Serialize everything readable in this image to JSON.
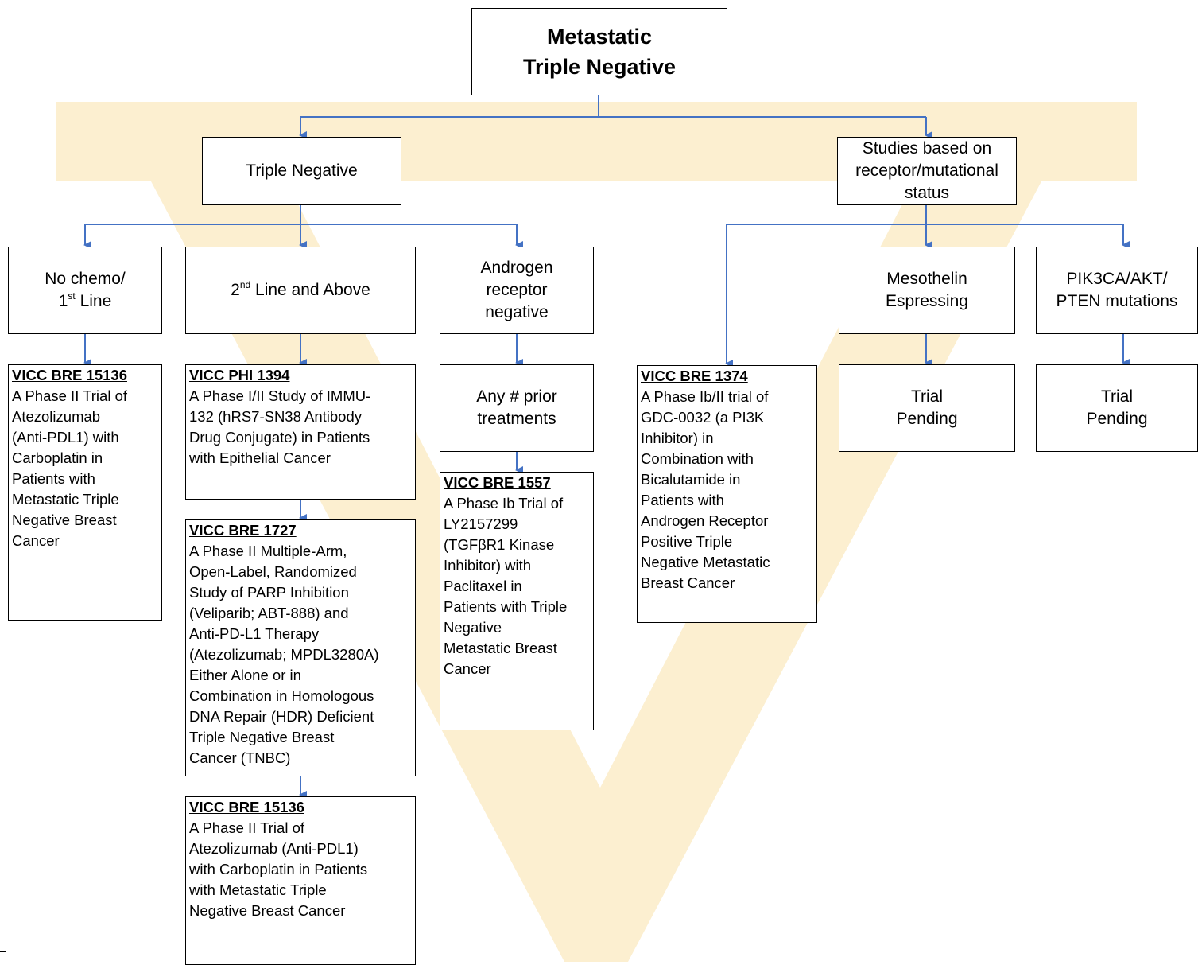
{
  "colors": {
    "connector": "#4472C4",
    "watermark": "#FCEFD0",
    "box_border": "#000000"
  },
  "nodes": {
    "root": {
      "line1": "Metastatic",
      "line2": "Triple Negative"
    },
    "triple_negative": {
      "label": "Triple Negative"
    },
    "studies": {
      "line1": "Studies based on",
      "line2": "receptor/mutational",
      "line3": "status"
    },
    "no_chemo": {
      "line1": "No chemo/",
      "line2_num": "1",
      "line2_sup": "st",
      "line2_rest": " Line"
    },
    "second_line": {
      "num": "2",
      "sup": "nd",
      "rest": " Line and Above"
    },
    "androgen": {
      "line1": "Androgen",
      "line2": "receptor",
      "line3": "negative"
    },
    "any_prior": {
      "line1": "Any # prior",
      "line2": "treatments"
    },
    "mesothelin": {
      "line1": "Mesothelin",
      "line2": "Espressing"
    },
    "pik3ca": {
      "line1": "PIK3CA/AKT/",
      "line2": "PTEN mutations"
    },
    "pending_meso": {
      "line1": "Trial",
      "line2": "Pending"
    },
    "pending_pik": {
      "line1": "Trial",
      "line2": "Pending"
    }
  },
  "trials": {
    "bre15136_a": {
      "id": "VICC BRE 15136",
      "desc": "A Phase II Trial of\nAtezolizumab\n(Anti-PDL1) with\nCarboplatin in\nPatients with\nMetastatic Triple\nNegative Breast\nCancer"
    },
    "phi1394": {
      "id": "VICC PHI 1394",
      "desc": "A Phase I/II Study of IMMU-\n132 (hRS7-SN38 Antibody\nDrug Conjugate) in Patients\nwith Epithelial Cancer"
    },
    "bre1727": {
      "id": "VICC BRE 1727",
      "desc": "A Phase II Multiple-Arm,\nOpen-Label, Randomized\nStudy of PARP Inhibition\n(Veliparib; ABT-888) and\nAnti-PD-L1 Therapy\n(Atezolizumab; MPDL3280A)\nEither Alone or in\nCombination in Homologous\nDNA Repair (HDR) Deficient\nTriple Negative Breast\nCancer (TNBC)"
    },
    "bre15136_b": {
      "id": "VICC BRE 15136",
      "desc": "A Phase II Trial of\nAtezolizumab (Anti-PDL1)\nwith Carboplatin in Patients\nwith Metastatic Triple\nNegative Breast Cancer"
    },
    "bre1557": {
      "id": "VICC BRE 1557",
      "desc": "A Phase Ib Trial of\nLY2157299\n(TGFβR1 Kinase\nInhibitor) with\nPaclitaxel in\nPatients with Triple\nNegative\nMetastatic Breast\nCancer"
    },
    "bre1374": {
      "id": "VICC BRE 1374",
      "desc": "A Phase Ib/II trial of\nGDC-0032 (a PI3K\nInhibitor) in\nCombination with\nBicalutamide in\nPatients with\nAndrogen Receptor\nPositive Triple\nNegative Metastatic\nBreast Cancer"
    }
  }
}
